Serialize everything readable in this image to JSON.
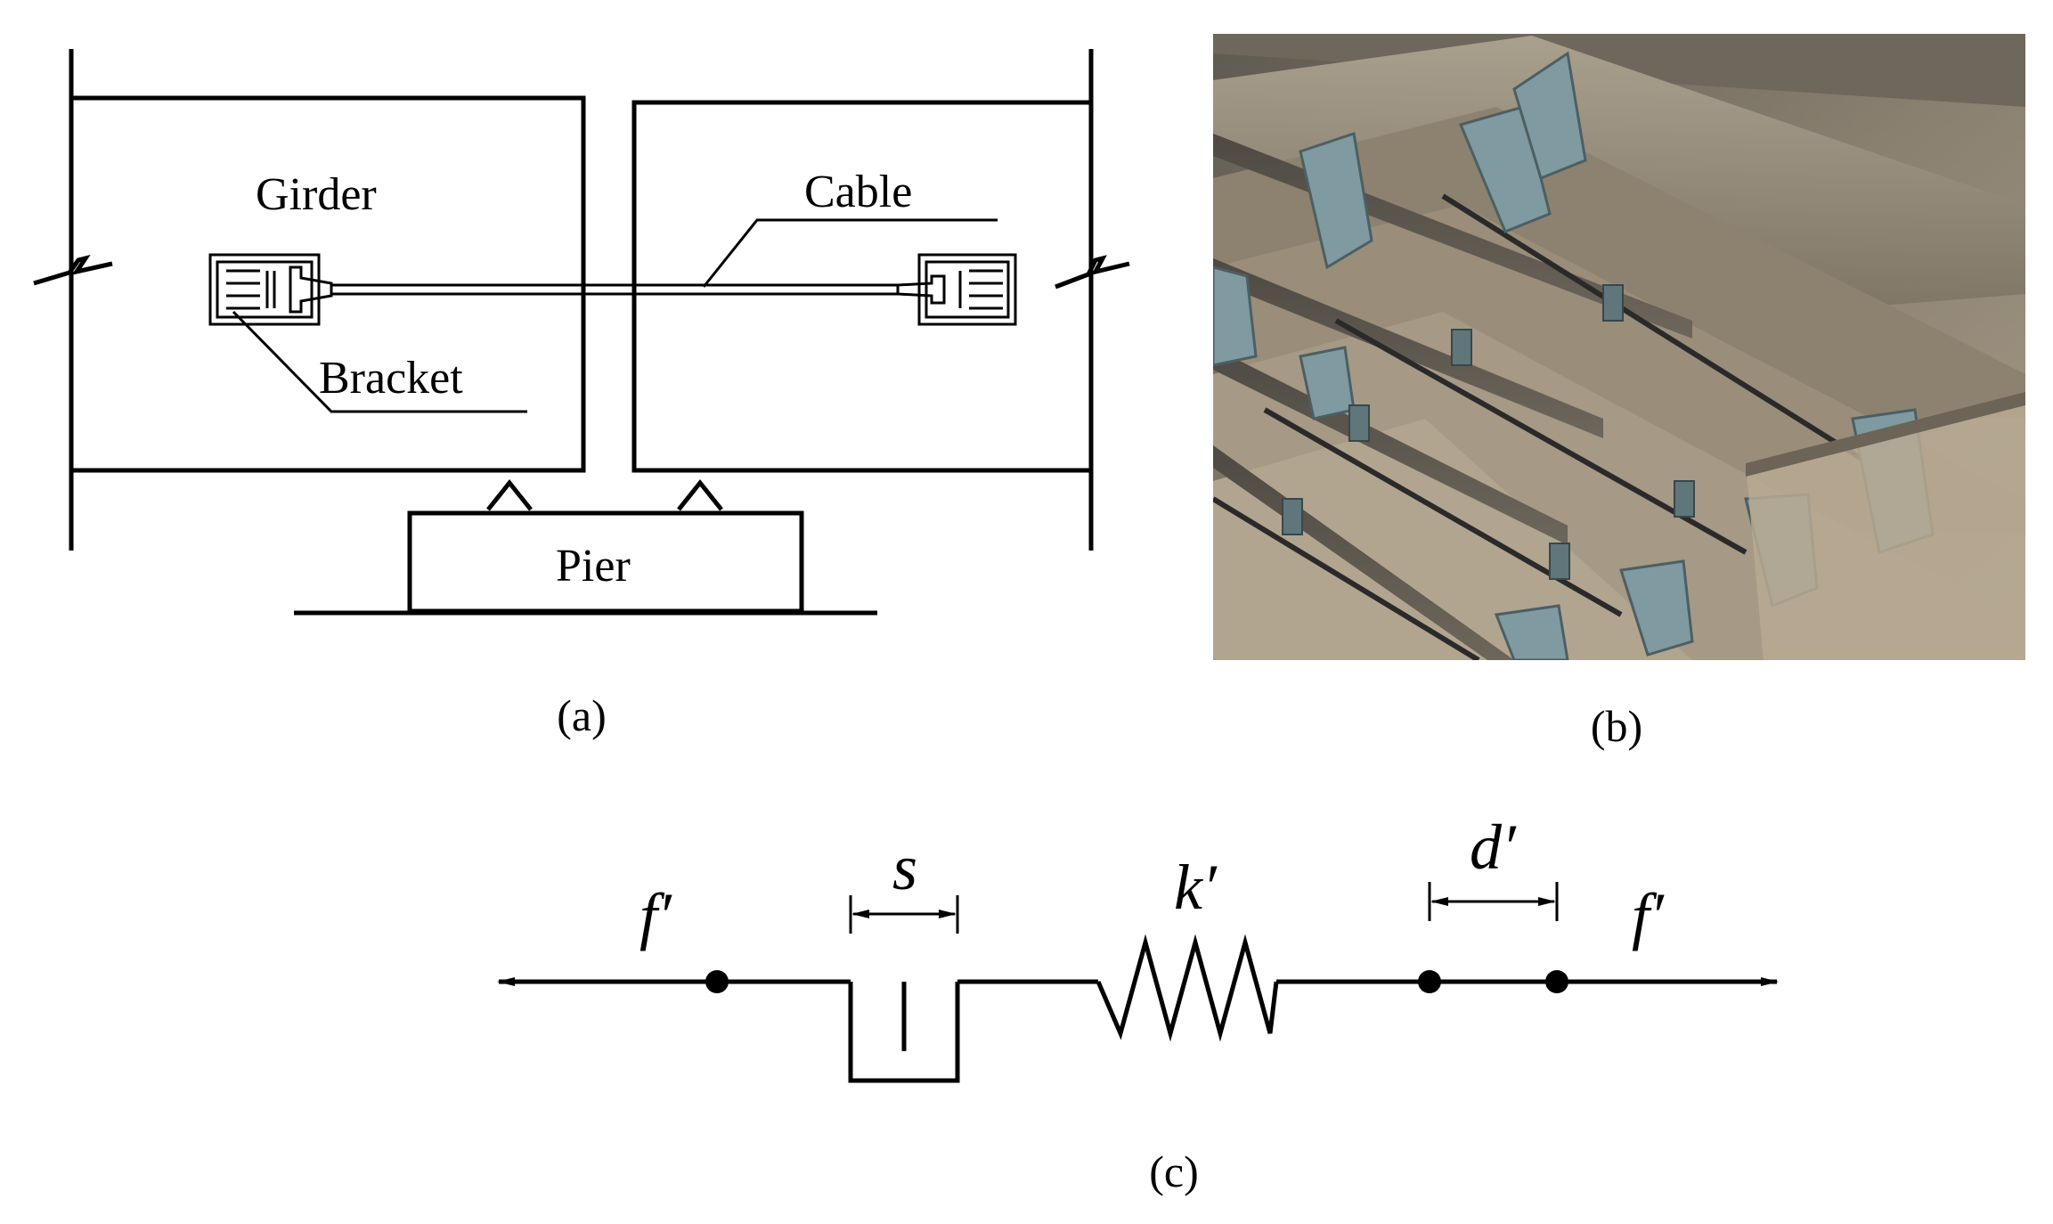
{
  "panel_a": {
    "labels": {
      "girder": "Girder",
      "cable": "Cable",
      "bracket": "Bracket",
      "pier": "Pier"
    },
    "caption": "(a)"
  },
  "panel_b": {
    "caption": "(b)"
  },
  "panel_c": {
    "symbols": {
      "force_left": "f′",
      "slack": "s",
      "stiffness": "k′",
      "damage": "d′",
      "force_right": "f′"
    },
    "caption": "(c)"
  }
}
